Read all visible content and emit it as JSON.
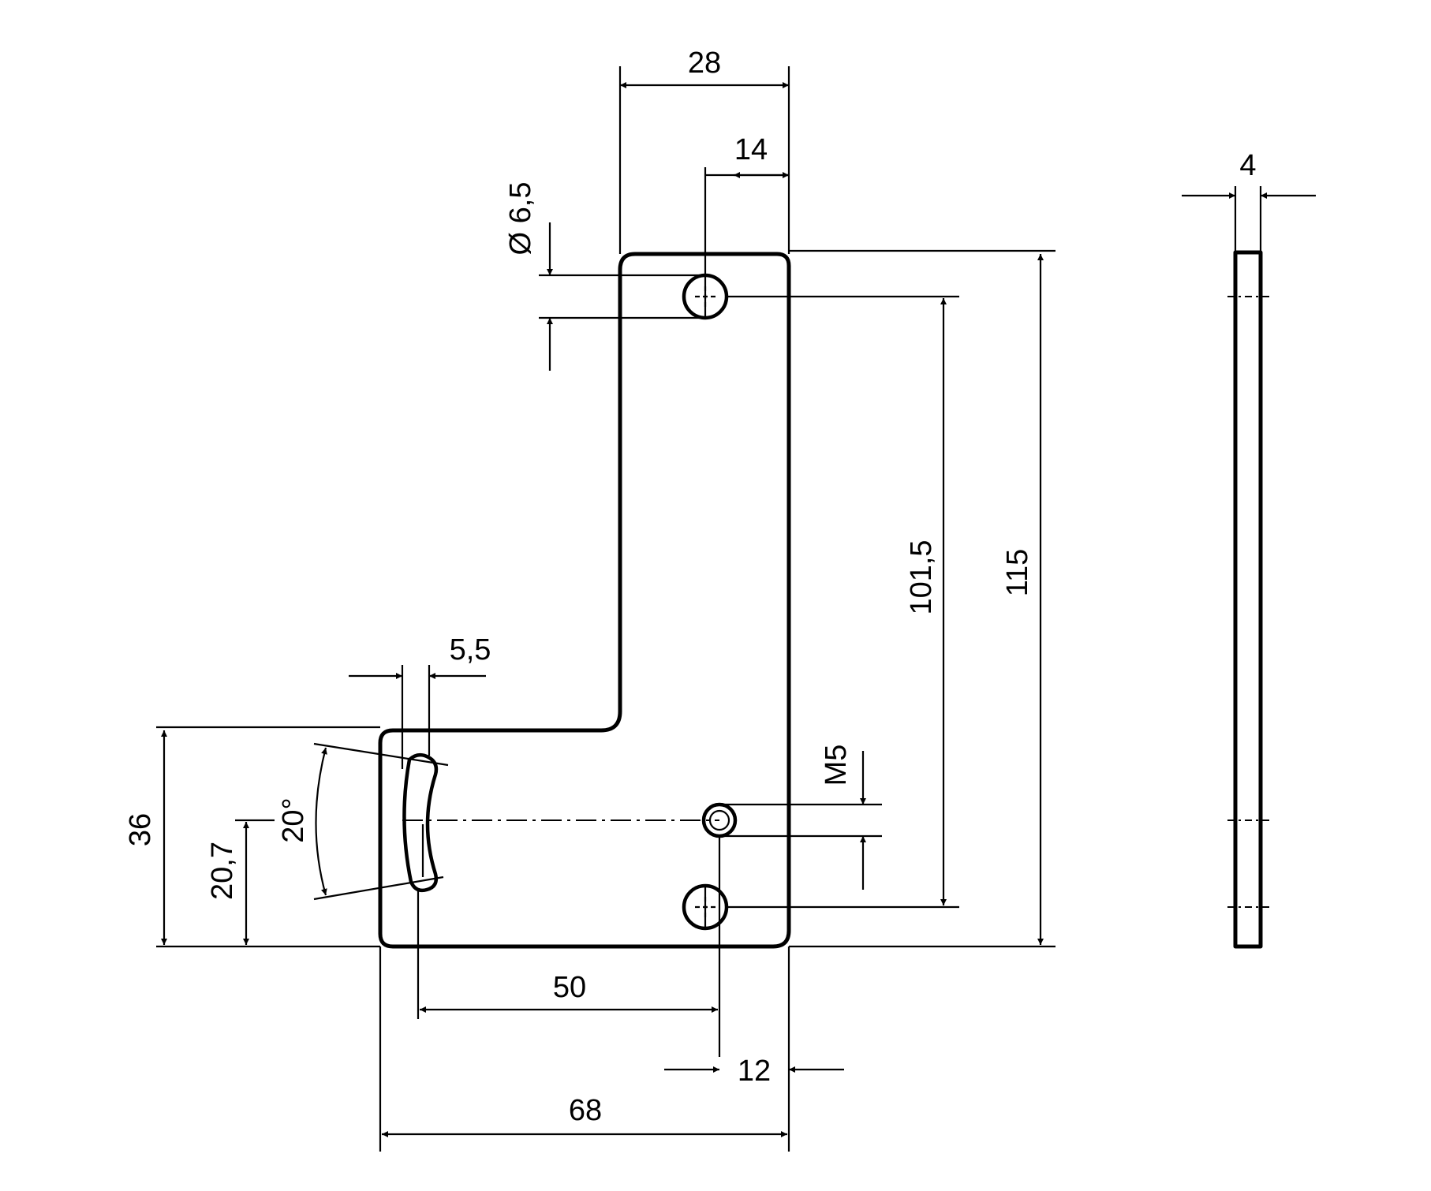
{
  "colors": {
    "line": "#000000",
    "background": "#ffffff"
  },
  "dimensions": {
    "overall_width": "68",
    "overall_height": "115",
    "top_leg_width": "28",
    "top_hole_offset": "14",
    "top_hole_diameter": "Ø 6,5",
    "hole_spacing": "101,5",
    "slot_width": "5,5",
    "bottom_leg_height": "36",
    "slot_center_height": "20,7",
    "slot_angle": "20°",
    "thread": "M5",
    "slot_to_thread": "50",
    "thread_edge_offset": "12",
    "thickness": "4"
  }
}
